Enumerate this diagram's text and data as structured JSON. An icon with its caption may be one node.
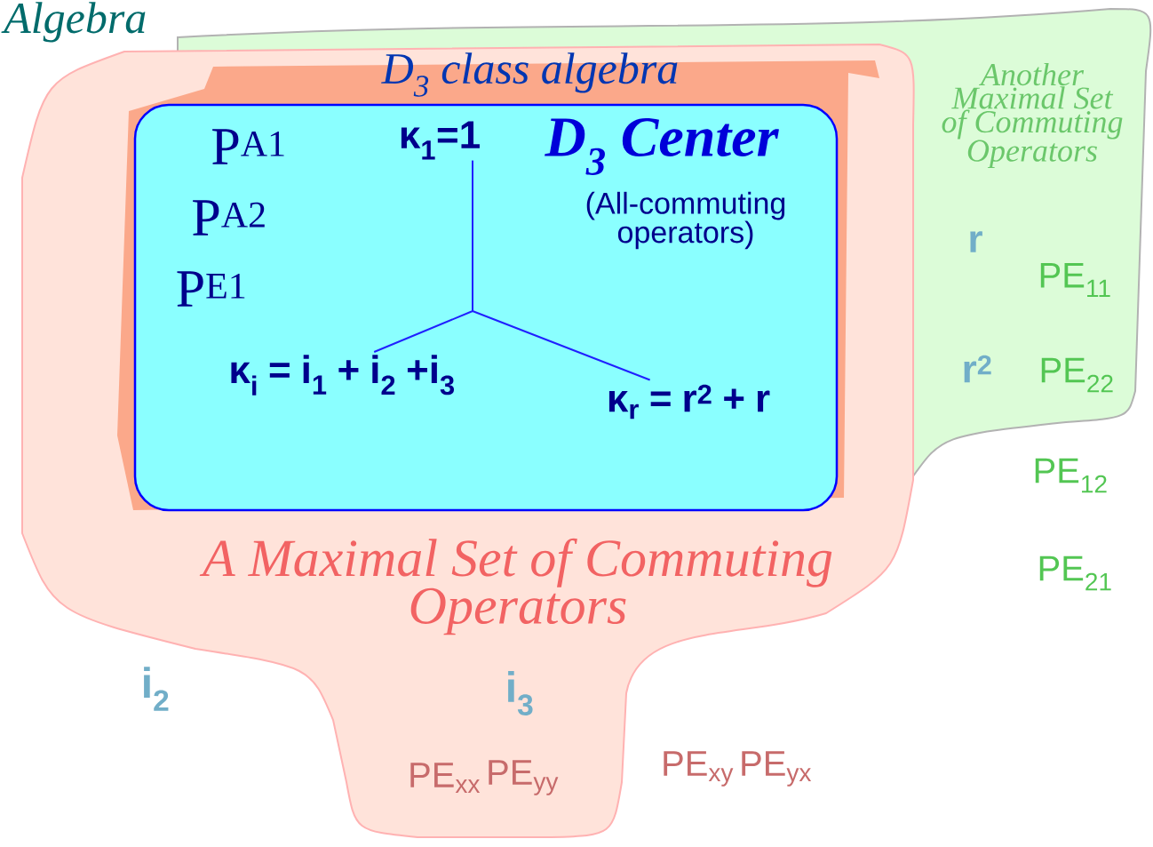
{
  "diagram": {
    "title": "Algebra",
    "nodes": [
      {
        "text": [
          "Another Maximal Set of Commuting Operators"
        ]
      },
      {
        "text": [
          "A Maximal Set of Commuting Operators"
        ]
      },
      {
        "text": [
          "D$_{3}$ class algebra"
        ],
        "in": 1
      },
      {
        "text": [
          "D$_{3}$ Center",
          "(All-commuting operators)"
        ],
        "in": 2
      },
      {
        "text": [
          "κ$_{1}$=1"
        ],
        "in": 3
      },
      {
        "text": [
          "κ$_{i}$ = i$_{1}$ + i$_{2}$  +i$_{3}$"
        ],
        "in": 3
      },
      {
        "text": [
          "κ$_{r}$ = r$^{2}$ + r"
        ],
        "in": 3
      }
    ],
    "edges": [
      {
        "from": 4,
        "to": 5,
        "arrow": "none"
      },
      {
        "from": 4,
        "to": 6,
        "arrow": "none"
      }
    ],
    "labels": [
      "P$^{A1}$",
      "P$^{A2}$",
      "P$^{E1}$",
      "r",
      "PE$_{11}$",
      "r$^{2}$",
      "PE$_{22}$",
      "PE$_{12}$",
      "PE$_{21}$",
      "i$_{2}$",
      "i$_{3}$",
      "PE$_{xx}$",
      "PE$_{yy}$",
      "PE$_{xy}$",
      "PE$_{yx}$"
    ]
  }
}
